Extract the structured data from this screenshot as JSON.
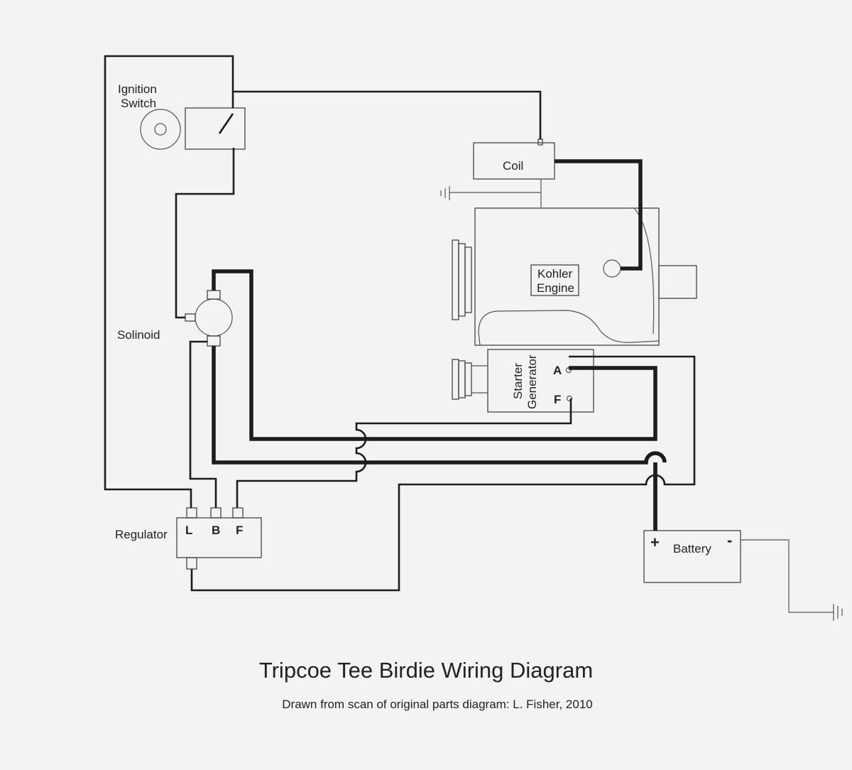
{
  "title": "Tripcoe Tee Birdie Wiring Diagram",
  "subtitle": "Drawn from scan of original parts diagram: L. Fisher, 2010",
  "components": {
    "ignition_switch": {
      "line1": "Ignition",
      "line2": "Switch"
    },
    "coil": {
      "label": "Coil"
    },
    "engine": {
      "line1": "Kohler",
      "line2": "Engine"
    },
    "solenoid": {
      "label": "Solinoid"
    },
    "starter_generator": {
      "line1": "Starter",
      "line2": "Generator",
      "terminal_a": "A",
      "terminal_f": "F"
    },
    "regulator": {
      "label": "Regulator",
      "terminal_l": "L",
      "terminal_b": "B",
      "terminal_f": "F"
    },
    "battery": {
      "label": "Battery",
      "positive": "+",
      "negative": "-"
    }
  }
}
